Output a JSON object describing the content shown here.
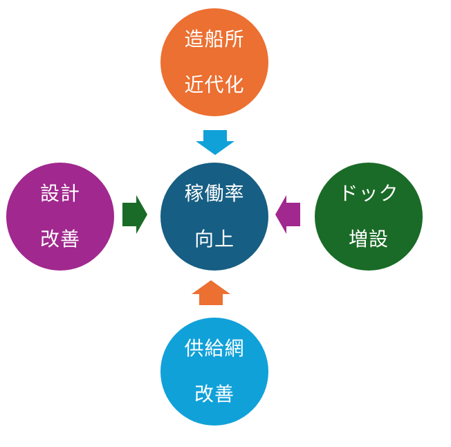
{
  "diagram": {
    "center": {
      "lines": [
        "稼働率",
        "向上"
      ],
      "color": "#165e83"
    },
    "top": {
      "lines": [
        "造船所",
        "近代化"
      ],
      "color": "#eb7032"
    },
    "left": {
      "lines": [
        "設計",
        "改善"
      ],
      "color": "#a0288e"
    },
    "right": {
      "lines": [
        "ドック",
        "増設"
      ],
      "color": "#1a6b27"
    },
    "bottom": {
      "lines": [
        "供給網",
        "改善"
      ],
      "color": "#11a1d9"
    },
    "arrows": {
      "top_color": "#11a1d9",
      "left_color": "#1a6b27",
      "right_color": "#a0288e",
      "bottom_color": "#eb7032"
    }
  }
}
